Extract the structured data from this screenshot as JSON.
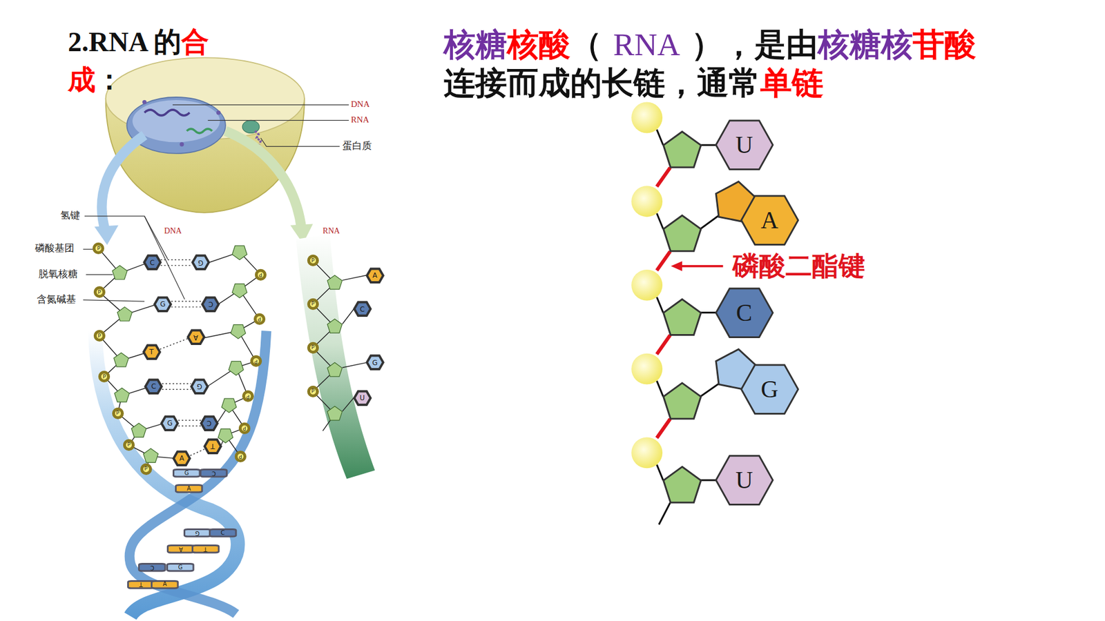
{
  "diagram": {
    "title": "2.RNA 的合成：",
    "nodes": [
      {
        "text": [
          "P"
        ]
      },
      {
        "text": [
          "C"
        ]
      },
      {
        "text": [
          "G"
        ]
      },
      {
        "text": [
          "P"
        ]
      },
      {
        "text": [
          "P"
        ]
      },
      {
        "text": [
          "G"
        ]
      },
      {
        "text": [
          "C"
        ]
      },
      {
        "text": [
          "P"
        ]
      },
      {
        "text": [
          "P"
        ]
      },
      {
        "text": [
          "A"
        ]
      },
      {
        "text": [
          "T"
        ]
      },
      {
        "text": [
          "P"
        ]
      },
      {
        "text": [
          "P"
        ]
      },
      {
        "text": [
          "C"
        ]
      },
      {
        "text": [
          "G"
        ]
      },
      {
        "text": [
          "P"
        ]
      },
      {
        "text": [
          "P"
        ]
      },
      {
        "text": [
          "G"
        ]
      },
      {
        "text": [
          "C"
        ]
      },
      {
        "text": [
          "P"
        ]
      },
      {
        "text": [
          "P"
        ]
      },
      {
        "text": [
          "T"
        ]
      },
      {
        "text": [
          "P"
        ]
      },
      {
        "text": [
          "A"
        ]
      },
      {
        "text": [
          "P"
        ]
      },
      {
        "text": [
          "G"
        ]
      },
      {
        "text": [
          "C"
        ]
      },
      {
        "text": [
          "A"
        ]
      },
      {
        "text": [
          "G"
        ]
      },
      {
        "text": [
          "C"
        ]
      },
      {
        "text": [
          "A"
        ]
      },
      {
        "text": [
          "T"
        ]
      },
      {
        "text": [
          "C"
        ]
      },
      {
        "text": [
          "G"
        ]
      },
      {
        "text": [
          "T"
        ]
      },
      {
        "text": [
          "A"
        ]
      },
      {
        "text": [
          "P"
        ]
      },
      {
        "text": [
          "A"
        ]
      },
      {
        "text": [
          "P"
        ]
      },
      {
        "text": [
          "C"
        ]
      },
      {
        "text": [
          "P"
        ]
      },
      {
        "text": [
          "G"
        ]
      },
      {
        "text": [
          "P"
        ]
      },
      {
        "text": [
          "U"
        ]
      },
      {
        "text": [
          "U"
        ]
      },
      {
        "text": [
          "A"
        ]
      },
      {
        "text": [
          "C"
        ]
      },
      {
        "text": [
          "G"
        ]
      },
      {
        "text": [
          "U"
        ]
      }
    ],
    "labels": [
      "核糖核酸（ RNA ），是由核糖核苷酸连接而成的长链，通常单链",
      "DNA",
      "RNA",
      "蛋白质",
      "氢键",
      "磷酸基团",
      "脱氧核糖",
      "含氮碱基",
      "DNA",
      "RNA",
      "磷酸二酯键"
    ]
  }
}
